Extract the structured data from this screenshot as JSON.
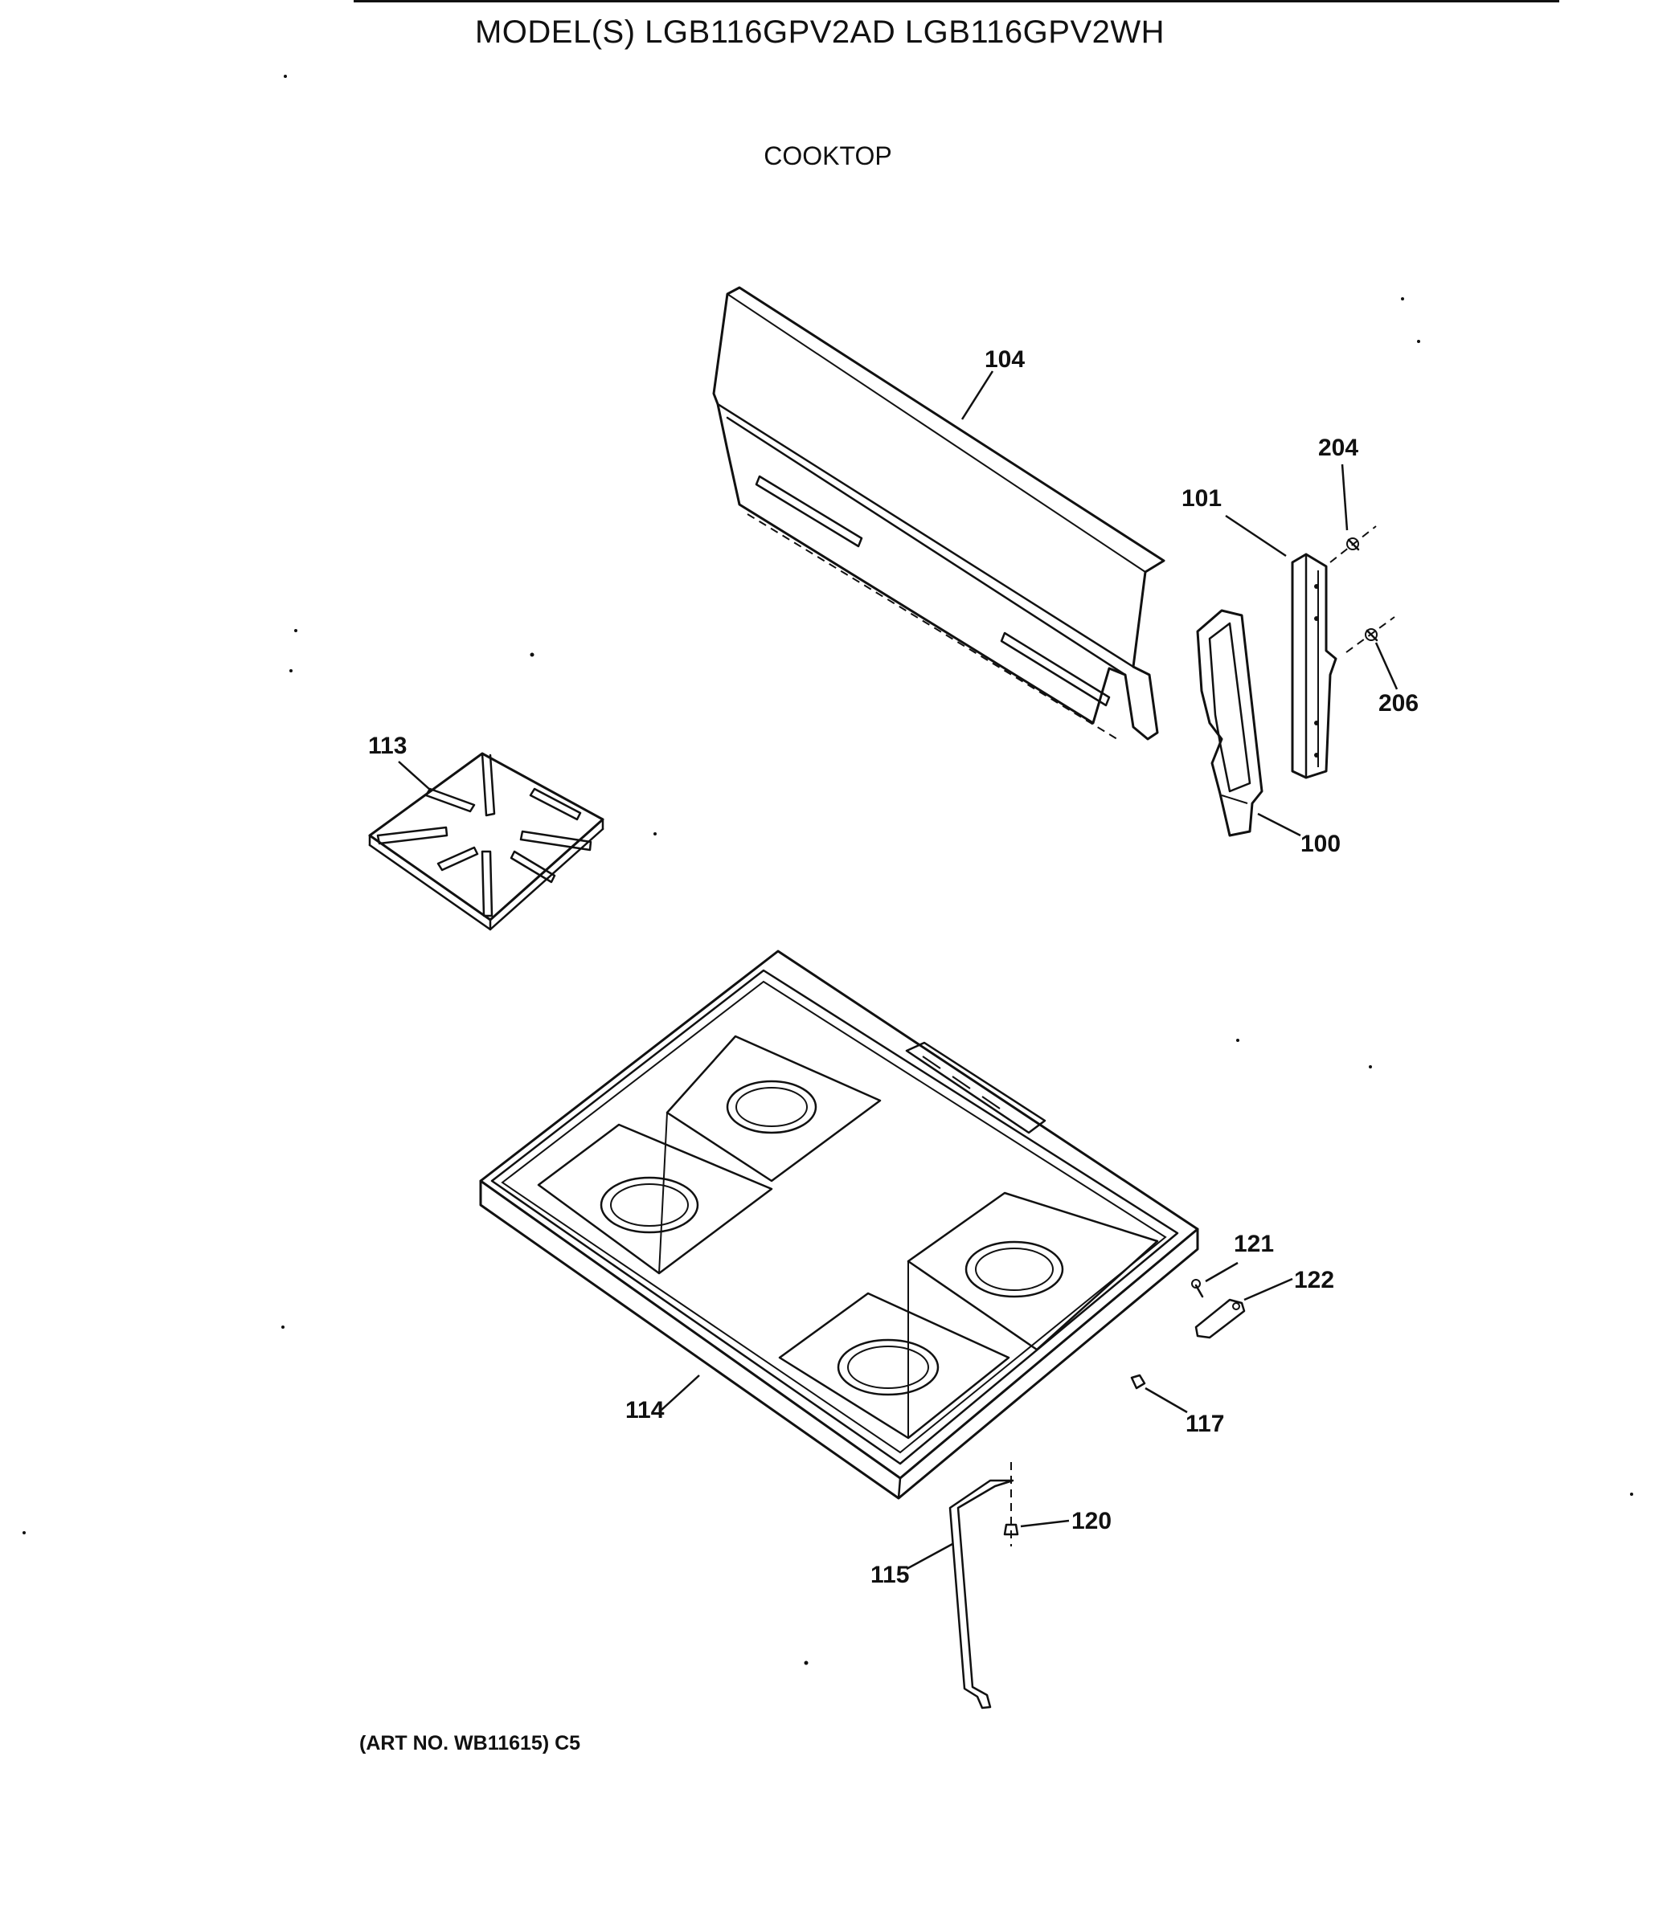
{
  "header": {
    "model_title": "MODEL(S) LGB116GPV2AD  LGB116GPV2WH",
    "section_title": "COOKTOP"
  },
  "footer": {
    "art_number": "(ART NO. WB11615) C5"
  },
  "parts": {
    "p104": "104",
    "p204": "204",
    "p101": "101",
    "p206": "206",
    "p113": "113",
    "p100": "100",
    "p121": "121",
    "p122": "122",
    "p114": "114",
    "p117": "117",
    "p120": "120",
    "p115": "115"
  }
}
